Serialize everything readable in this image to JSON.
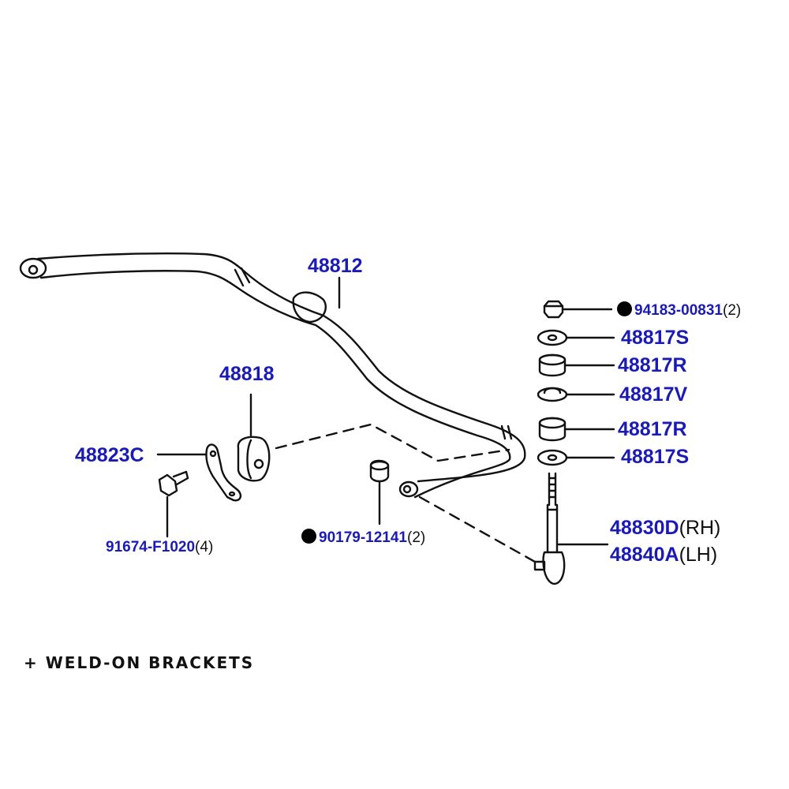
{
  "colors": {
    "label": "#1a1ab4",
    "line": "#111111",
    "background": "#ffffff"
  },
  "parts": {
    "bar": "48812",
    "bushing_bracket": "48818",
    "bracket": "48823C",
    "bolt": {
      "number": "91674-F1020",
      "qty": "(4)"
    },
    "nut_center": {
      "number": "90179-12141",
      "qty": "(2)"
    },
    "nut_top": {
      "number": "94183-00831",
      "qty": "(2)"
    },
    "washer_1": "48817S",
    "cushion_1": "48817R",
    "retainer": "48817V",
    "cushion_2": "48817R",
    "washer_2": "48817S",
    "link_rh": {
      "number": "48830D",
      "side": "(RH)"
    },
    "link_lh": {
      "number": "48840A",
      "side": "(LH)"
    }
  },
  "footer": {
    "note": "+ WELD-ON BRACKETS"
  }
}
